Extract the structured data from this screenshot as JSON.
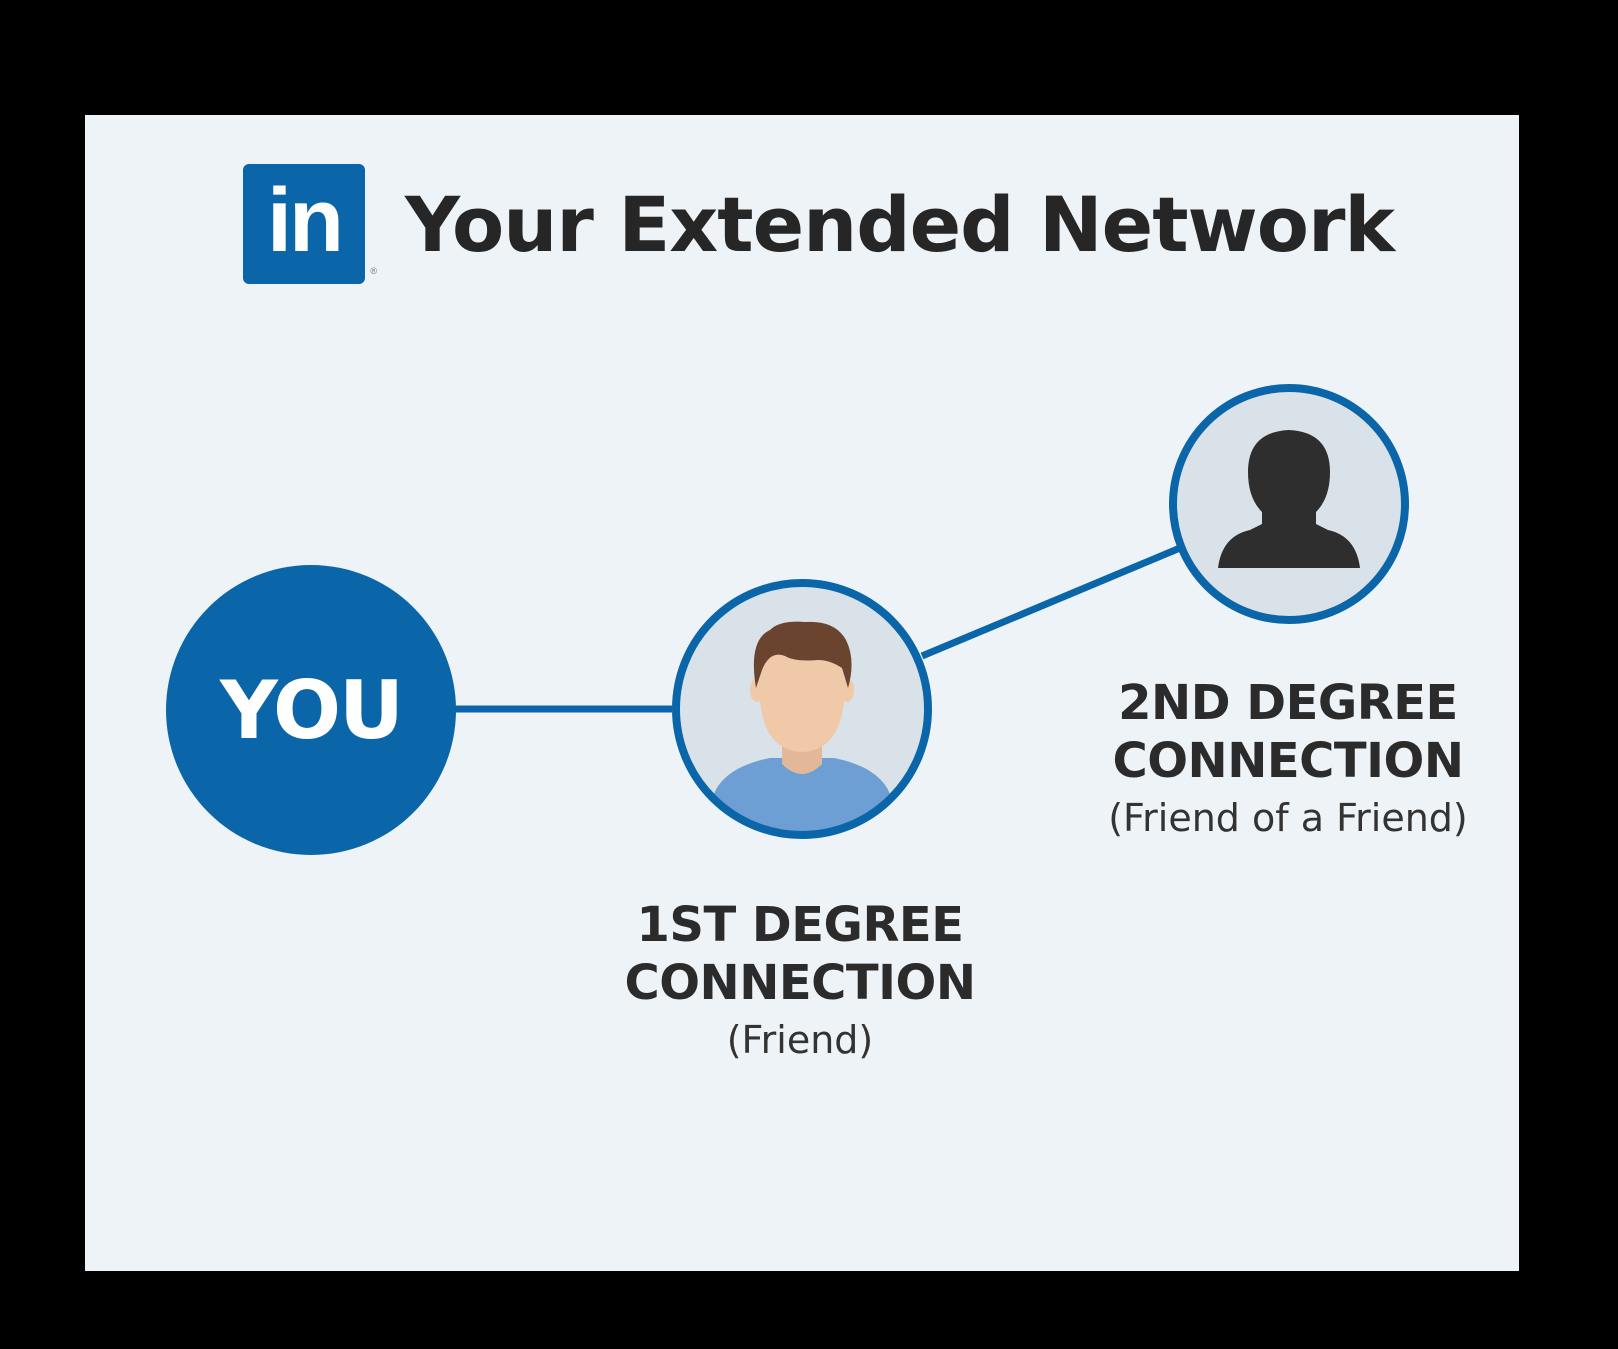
{
  "header": {
    "logo_text": "in",
    "logo_registered": "®",
    "title": "Your Extended Network"
  },
  "nodes": {
    "you": {
      "label": "YOU"
    },
    "first_degree": {
      "title_line1": "1ST DEGREE",
      "title_line2": "CONNECTION",
      "subtitle": "(Friend)"
    },
    "second_degree": {
      "title_line1": "2ND DEGREE",
      "title_line2": "CONNECTION",
      "subtitle": "(Friend of a Friend)"
    }
  },
  "colors": {
    "brand": "#0a66a8",
    "background": "#eef3f7",
    "frame": "#000000",
    "text": "#262626",
    "avatar_bg": "#d9e2e8",
    "face": "#f0c9a8",
    "hair": "#6b4430",
    "shirt": "#6d9fd4",
    "silhouette": "#2e2e2e"
  },
  "icons": {
    "logo": "linkedin-logo-icon",
    "first_degree_avatar": "person-avatar-icon",
    "second_degree_avatar": "person-silhouette-icon"
  }
}
